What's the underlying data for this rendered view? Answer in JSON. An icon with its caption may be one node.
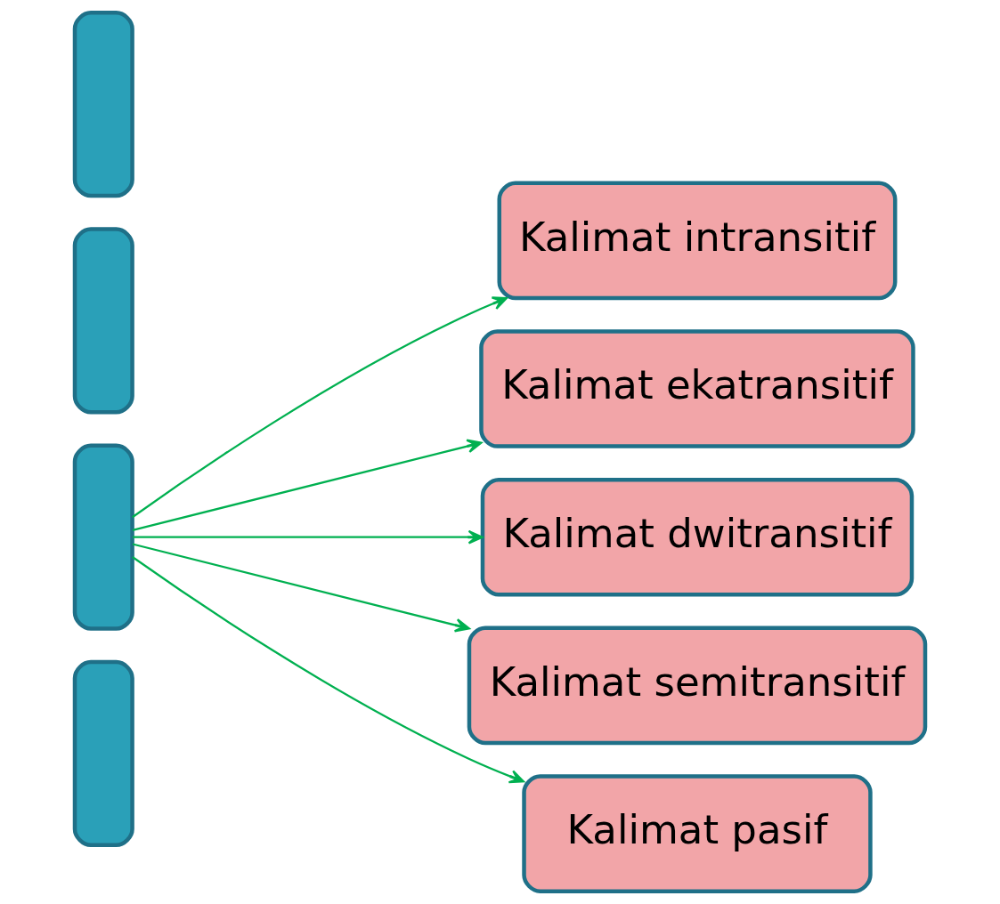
{
  "diagram": {
    "nodes": [
      {
        "text": [],
        "shape": "box"
      },
      {
        "text": [],
        "shape": "box"
      },
      {
        "text": [],
        "shape": "box"
      },
      {
        "text": [],
        "shape": "box"
      },
      {
        "text": [
          "Kalimat intransitif"
        ]
      },
      {
        "text": [
          "Kalimat ekatransitif"
        ]
      },
      {
        "text": [
          "Kalimat dwitransitif"
        ]
      },
      {
        "text": [
          "Kalimat semitransitif"
        ]
      },
      {
        "text": [
          "Kalimat pasif"
        ]
      }
    ],
    "edges": [
      {
        "from": 2,
        "to": 4,
        "arrow": "to",
        "color": "#00b050"
      },
      {
        "from": 2,
        "to": 5,
        "arrow": "to",
        "color": "#00b050"
      },
      {
        "from": 2,
        "to": 6,
        "arrow": "to",
        "color": "#00b050"
      },
      {
        "from": 2,
        "to": 7,
        "arrow": "to",
        "color": "#00b050"
      },
      {
        "from": 2,
        "to": 8,
        "arrow": "to",
        "color": "#00b050"
      }
    ]
  }
}
